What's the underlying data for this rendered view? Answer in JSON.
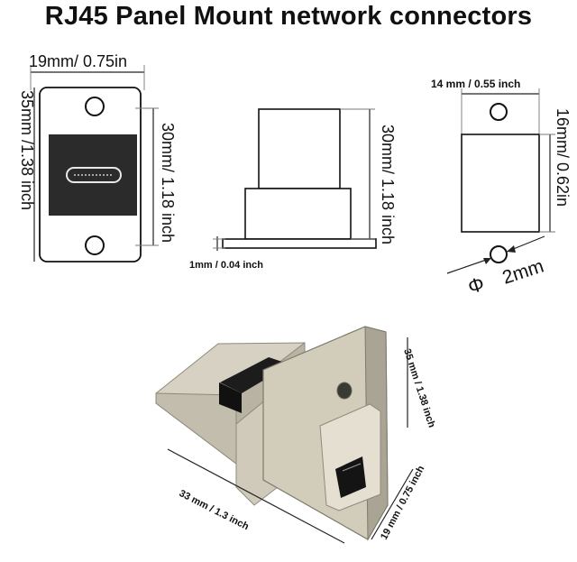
{
  "title": "RJ45 Panel Mount network connectors",
  "dimensions": {
    "front_width": "19mm/ 0.75in",
    "front_height": "35mm /1.38 inch",
    "front_inner_height": "30mm/ 1.18 inch",
    "side_height": "30mm/ 1.18 inch",
    "flange_thickness": "1mm / 0.04 inch",
    "back_width": "14 mm / 0.55 inch",
    "back_height": "16mm/ 0.62in",
    "hole_symbol": "Φ",
    "hole_diameter": "2mm",
    "photo_height": "35 mm / 1.38 inch",
    "photo_length": "33 mm / 1.3 inch",
    "photo_width": "19 mm / 0.75 inch"
  },
  "colors": {
    "plate": "#2b2b2b",
    "metal": "#c9c4b3",
    "metal_dark": "#8e8a7c",
    "jack": "#1a1a1a"
  }
}
